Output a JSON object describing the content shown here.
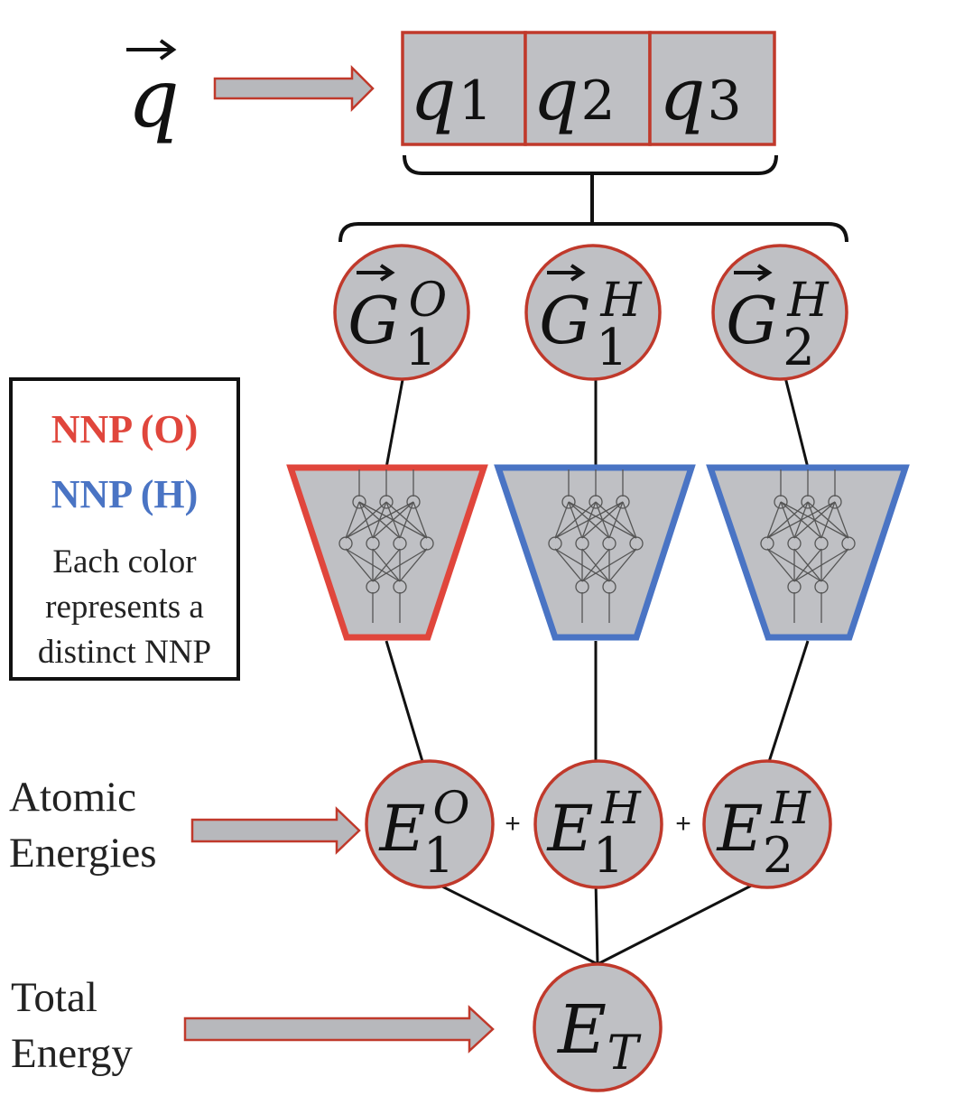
{
  "input": {
    "vector_symbol": "q",
    "components": [
      {
        "symbol": "q",
        "index": "1"
      },
      {
        "symbol": "q",
        "index": "2"
      },
      {
        "symbol": "q",
        "index": "3"
      }
    ]
  },
  "descriptors": [
    {
      "symbol": "G",
      "element": "O",
      "index": "1"
    },
    {
      "symbol": "G",
      "element": "H",
      "index": "1"
    },
    {
      "symbol": "G",
      "element": "H",
      "index": "2"
    }
  ],
  "networks": [
    {
      "type": "NNP (O)",
      "color": "#e0463c"
    },
    {
      "type": "NNP (H)",
      "color": "#4a74c4"
    },
    {
      "type": "NNP (H)",
      "color": "#4a74c4"
    }
  ],
  "energies": [
    {
      "symbol": "E",
      "element": "O",
      "index": "1"
    },
    {
      "symbol": "E",
      "element": "H",
      "index": "1"
    },
    {
      "symbol": "E",
      "element": "H",
      "index": "2"
    }
  ],
  "plus_sign": "+",
  "total": {
    "symbol": "E",
    "index": "T"
  },
  "legend": {
    "o_label": "NNP (O)",
    "h_label": "NNP (H)",
    "note": "Each color represents a distinct NNP"
  },
  "labels": {
    "atomic_energies": "Atomic Energies",
    "total_energy": "Total Energy"
  },
  "colors": {
    "node_fill": "#bfc0c4",
    "node_stroke": "#c0392b",
    "arrow_fill": "#b7b8bc",
    "arrow_stroke": "#c0392b"
  }
}
